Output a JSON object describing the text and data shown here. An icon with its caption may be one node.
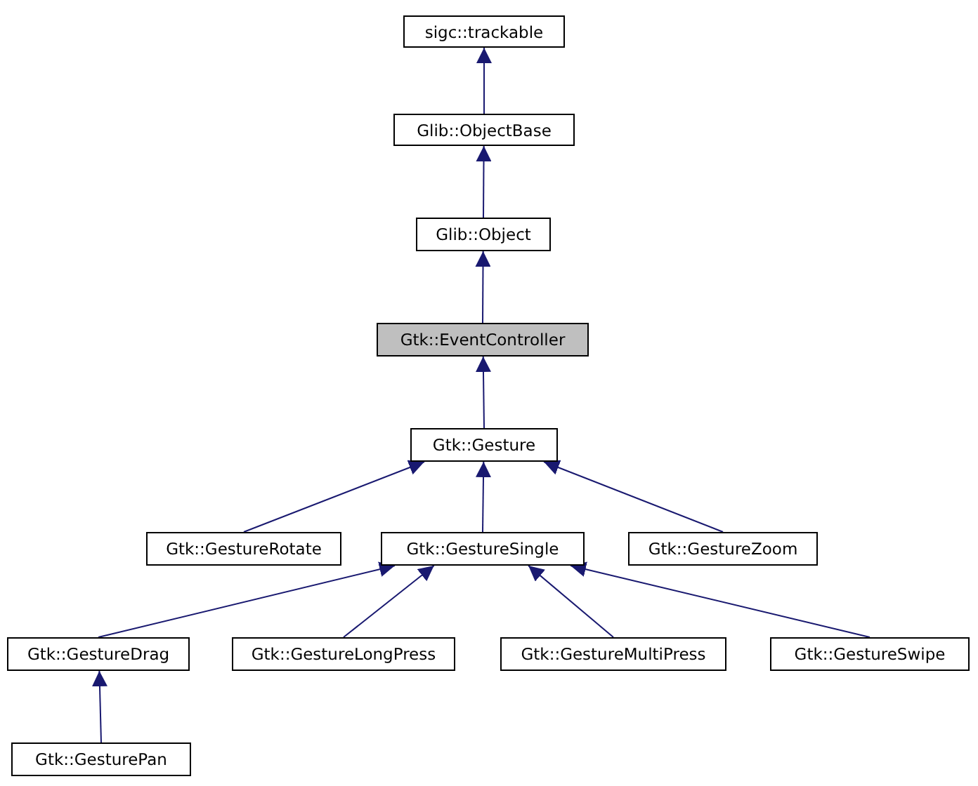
{
  "diagram": {
    "nodes": [
      {
        "text": [
          "sigc::trackable"
        ]
      },
      {
        "text": [
          "Glib::ObjectBase"
        ]
      },
      {
        "text": [
          "Glib::Object"
        ]
      },
      {
        "text": [
          "Gtk::EventController"
        ]
      },
      {
        "text": [
          "Gtk::Gesture"
        ]
      },
      {
        "text": [
          "Gtk::GestureRotate"
        ]
      },
      {
        "text": [
          "Gtk::GestureSingle"
        ]
      },
      {
        "text": [
          "Gtk::GestureZoom"
        ]
      },
      {
        "text": [
          "Gtk::GestureDrag"
        ]
      },
      {
        "text": [
          "Gtk::GestureLongPress"
        ]
      },
      {
        "text": [
          "Gtk::GestureMultiPress"
        ]
      },
      {
        "text": [
          "Gtk::GestureSwipe"
        ]
      },
      {
        "text": [
          "Gtk::GesturePan"
        ]
      }
    ],
    "edges": [
      {
        "from": 1,
        "to": 0,
        "arrow": "to"
      },
      {
        "from": 2,
        "to": 1,
        "arrow": "to"
      },
      {
        "from": 3,
        "to": 2,
        "arrow": "to"
      },
      {
        "from": 4,
        "to": 3,
        "arrow": "to"
      },
      {
        "from": 5,
        "to": 4,
        "arrow": "to"
      },
      {
        "from": 6,
        "to": 4,
        "arrow": "to"
      },
      {
        "from": 7,
        "to": 4,
        "arrow": "to"
      },
      {
        "from": 8,
        "to": 6,
        "arrow": "to"
      },
      {
        "from": 9,
        "to": 6,
        "arrow": "to"
      },
      {
        "from": 10,
        "to": 6,
        "arrow": "to"
      },
      {
        "from": 11,
        "to": 6,
        "arrow": "to"
      },
      {
        "from": 12,
        "to": 8,
        "arrow": "to"
      }
    ]
  }
}
